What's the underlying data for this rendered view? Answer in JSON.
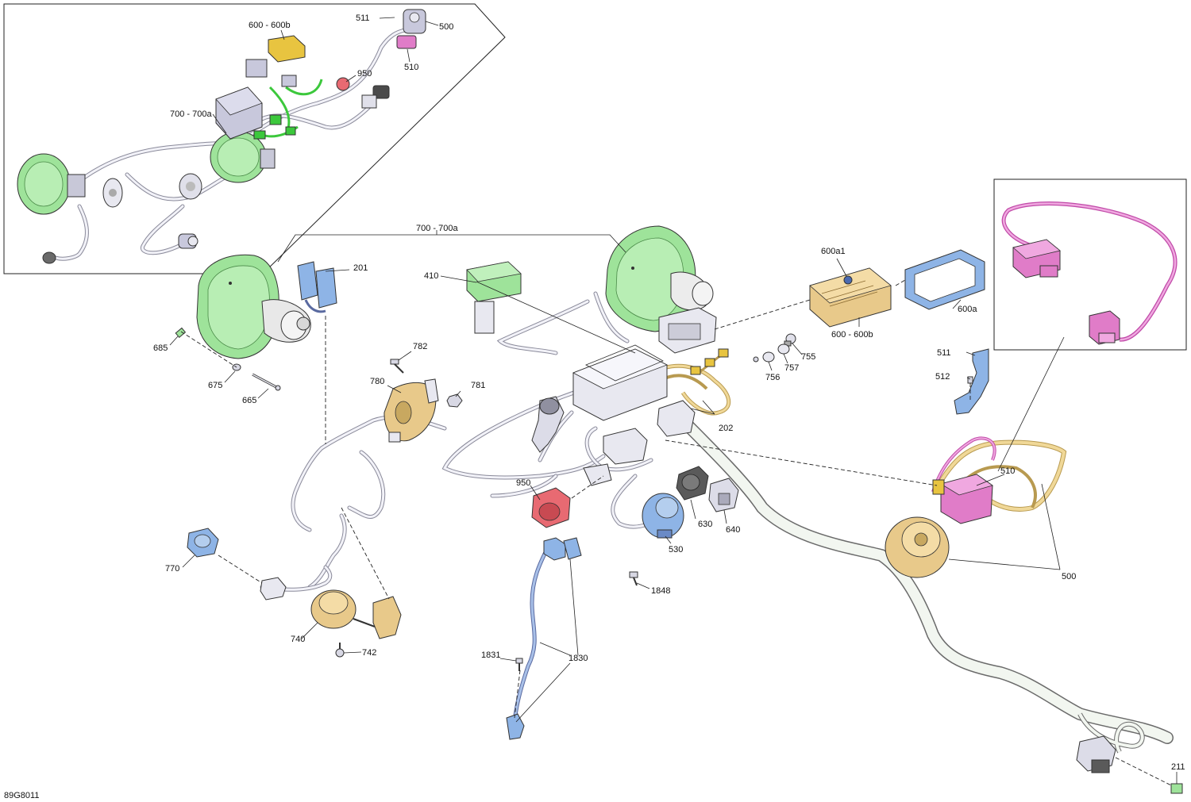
{
  "drawing_code": "89G8011",
  "colors": {
    "green": "#9ee39a",
    "yellow": "#e8c98a",
    "blue": "#8eb4e6",
    "pink": "#e07cc8",
    "red": "#e86a72",
    "gray": "#d8d8e4",
    "dark": "#5a5a5a"
  },
  "callouts": {
    "c201": "201",
    "c202": "202",
    "c211": "211",
    "c410": "410",
    "c500": "500",
    "c500_inset": "500",
    "c510": "510",
    "c510_inset": "510",
    "c511": "511",
    "c511_inset": "511",
    "c512": "512",
    "c530": "530",
    "c600_600b": "600 - 600b",
    "c600_600b_inset": "600 - 600b",
    "c600a": "600a",
    "c600a1": "600a1",
    "c630": "630",
    "c640": "640",
    "c665": "665",
    "c675": "675",
    "c685": "685",
    "c700_700a": "700 - 700a",
    "c700_700a_inset": "700 - 700a",
    "c740": "740",
    "c742": "742",
    "c755": "755",
    "c756": "756",
    "c757": "757",
    "c770": "770",
    "c780": "780",
    "c781": "781",
    "c782": "782",
    "c950": "950",
    "c950_inset": "950",
    "c1830": "1830",
    "c1831": "1831",
    "c1848": "1848"
  }
}
